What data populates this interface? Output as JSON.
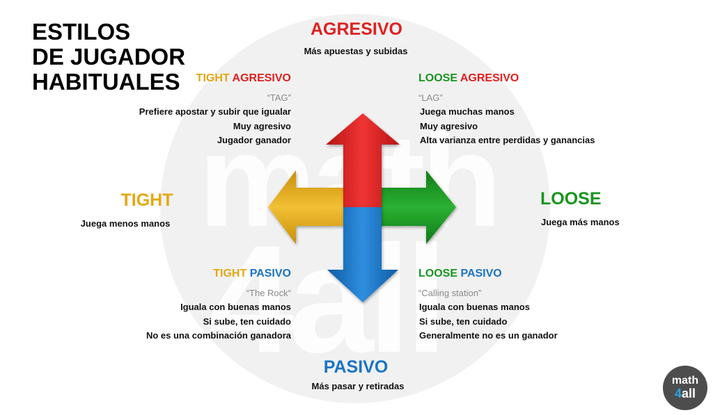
{
  "title": [
    "ESTILOS",
    "DE JUGADOR",
    "HABITUALES"
  ],
  "axes": {
    "top": {
      "label": "AGRESIVO",
      "desc": "Más apuestas y subidas"
    },
    "bottom": {
      "label": "PASIVO",
      "desc": "Más pasar y retiradas"
    },
    "left": {
      "label": "TIGHT",
      "desc": "Juega menos manos"
    },
    "right": {
      "label": "LOOSE",
      "desc": "Juega más manos"
    }
  },
  "quadrants": {
    "tight_agresivo": {
      "label_a": "TIGHT",
      "label_b": "AGRESIVO",
      "nickname": "“TAG”",
      "lines": [
        "Prefiere apostar y subir que igualar",
        "Muy agresivo",
        "Jugador ganador"
      ]
    },
    "loose_agresivo": {
      "label_a": "LOOSE",
      "label_b": "AGRESIVO",
      "nickname": "“LAG”",
      "lines": [
        "Juega muchas manos",
        "Muy agresivo",
        "Alta varianza entre perdidas y ganancias"
      ]
    },
    "tight_pasivo": {
      "label_a": "TIGHT",
      "label_b": "PASIVO",
      "nickname": "“The Rock“",
      "lines": [
        "Iguala con buenas manos",
        "Si sube, ten cuidado",
        "No es una combinación ganadora"
      ]
    },
    "loose_pasivo": {
      "label_a": "LOOSE",
      "label_b": "PASIVO",
      "nickname": "“Calling station”",
      "lines": [
        "Iguala con buenas manos",
        "Si sube, ten cuidado",
        "Generalmente no es un ganador"
      ]
    }
  },
  "watermark": {
    "line1": "math",
    "line2": "4all"
  },
  "logo": {
    "line1": "math",
    "line2_a": "4",
    "line2_b": "all"
  },
  "colors": {
    "agresivo": "#e02020",
    "pasivo": "#1a74c4",
    "tight": "#e3a813",
    "loose": "#17941e",
    "circle": "#f1f1f1",
    "logo_bg": "#4d4d4d"
  }
}
